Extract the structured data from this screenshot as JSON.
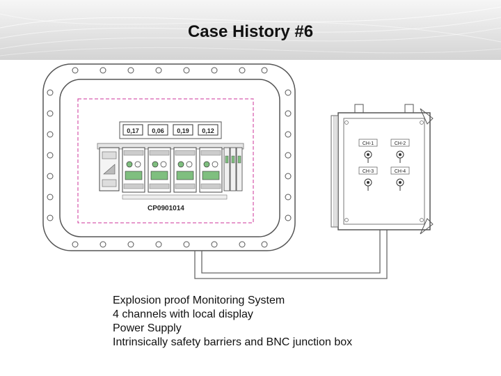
{
  "slide": {
    "title": "Case History #6"
  },
  "diagram": {
    "enclosure_label": "CP0901014",
    "module_displays": [
      "0,17",
      "0,06",
      "0,19",
      "0,12"
    ],
    "junction_box_channels": [
      "CH-1",
      "CH-2",
      "CH-3",
      "CH-4"
    ]
  },
  "caption": {
    "lines": [
      "Explosion proof Monitoring System",
      "4 channels with local display",
      "Power Supply",
      "Intrinsically safety barriers and BNC junction box"
    ]
  },
  "colors": {
    "header_light": "#f6f6f6",
    "header_dark": "#d4d4d4",
    "line": "#555555",
    "mounting_plate": "#cc3399",
    "module_green": "#7fbf7f"
  }
}
